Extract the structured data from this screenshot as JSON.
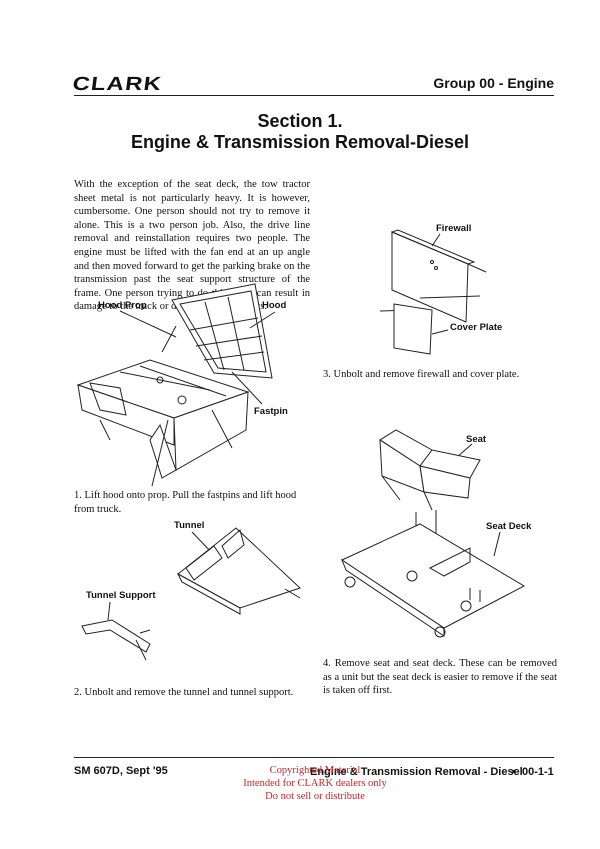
{
  "header": {
    "logo_text": "CLARK",
    "group_title": "Group 00 - Engine"
  },
  "section": {
    "number_line": "Section 1.",
    "title_line": "Engine & Transmission Removal-Diesel"
  },
  "intro_paragraph": "With the exception of the seat deck, the tow tractor sheet metal is not particularly heavy. It is however, cumbersome. One person should not try to remove it alone. This is a two person job. Also, the drive line removal and reinstallation requires two people. The engine must be lifted with the fan end at an up angle and then moved forward to get the parking brake on the transmission past the seat support structure of the frame. One person trying to do this alone can result in damage to the truck or drive line components.",
  "figures": {
    "hood": {
      "labels": {
        "hood_prop": "Hood Prop",
        "hood": "Hood",
        "fastpin": "Fastpin"
      }
    },
    "tunnel": {
      "labels": {
        "tunnel": "Tunnel",
        "tunnel_support": "Tunnel Support"
      }
    },
    "firewall": {
      "labels": {
        "firewall": "Firewall",
        "cover_plate": "Cover Plate"
      }
    },
    "seat": {
      "labels": {
        "seat": "Seat",
        "seat_deck": "Seat Deck"
      }
    }
  },
  "steps": [
    {
      "text": "1.  Lift hood onto prop. Pull the fastpins and lift hood from truck."
    },
    {
      "text": "2.  Unbolt and remove the tunnel and tunnel support."
    },
    {
      "text": "3.  Unbolt and remove firewall and cover plate."
    },
    {
      "text": "4.  Remove seat and seat deck. These can be removed as a unit but the seat deck is easier to remove if the seat is taken off first."
    }
  ],
  "footer": {
    "manual": "SM 607D, Sept '95",
    "section_title": "Engine & Transmission Removal - Diesel",
    "bullet": "•",
    "page_number": "00-1-1"
  },
  "watermark": {
    "line1": "Copyrighted Material",
    "line2": "Intended for CLARK dealers only",
    "line3": "Do not sell or distribute"
  }
}
